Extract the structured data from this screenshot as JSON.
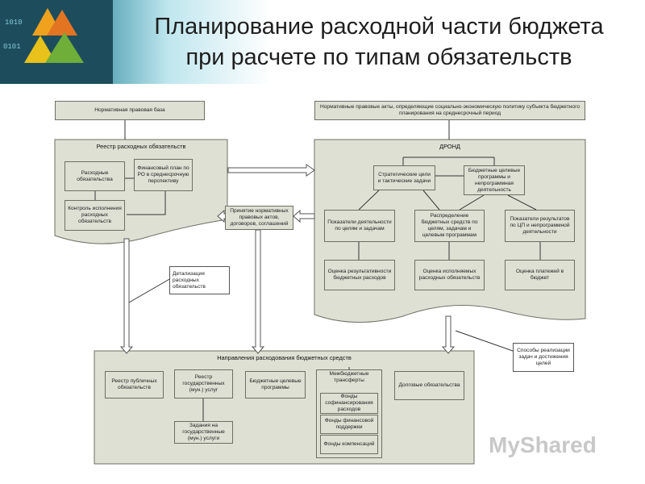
{
  "title": {
    "line1": "Планирование расходной части бюджета",
    "line2": "при расчете по типам обязательств"
  },
  "top_left_box": "Нормативная правовая база",
  "top_right_box": "Нормативные правовые акты, определяющие социально-экономическую политику субъекта бюджетного планирования на среднесрочный период",
  "registry": {
    "title": "Реестр расходных обязательств",
    "obligations": "Расходные обязательства",
    "financial_plan": "Финансовый план по РО в среднесрочную перспективу",
    "control": "Контроль исполнения расходных обязательств"
  },
  "dronds": {
    "title": "ДРОНД",
    "strategic_goals": "Стратегические цели и тактические задачи",
    "budget_programs": "Бюджетные целевые программы и непрограммная деятельность",
    "indicators": "Показатели деятельности по целям и задачам",
    "distribution": "Распределение бюджетных средств по целям, задачам и целевым программам",
    "results": "Показатели результатов по ЦП и непрограммной деятельности",
    "performance_eval": "Оценка результативности бюджетных расходов",
    "obligations_eval": "Оценка исполняемых расходных обязательств",
    "payments_eval": "Оценка платежей в бюджет"
  },
  "middle_box": "Принятие нормативных правовых актов, договоров, соглашений",
  "detail_box": "Детализация расходных обязательств",
  "methods_box": "Способы реализации задач и достижения целей",
  "directions": {
    "title": "Направления расходования бюджетных средств",
    "public_registry": "Реестр публичных обязательств",
    "state_services_registry": "Реестр государственных (мун.) услуг",
    "budget_target_programs": "Бюджетные целевые программы",
    "interbudget_transfers": "Межбюджетные трансферты",
    "cofinancing_fund": "Фонды софинансирования расходов",
    "financial_support_fund": "Фонды финансовой поддержки",
    "compensation_fund": "Фонды компенсаций",
    "debt_obligations": "Долговые обязательства",
    "state_tasks": "Задания на государственные (мун.) услуги"
  },
  "watermark": "MyShared"
}
